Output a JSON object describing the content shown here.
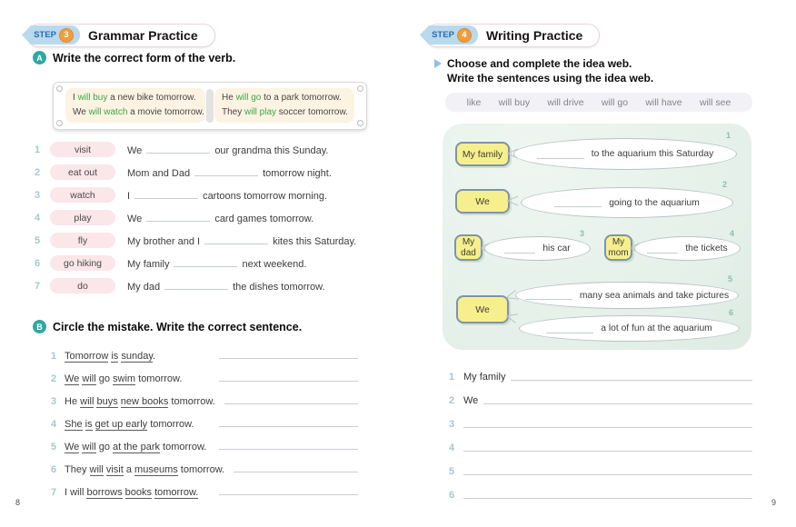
{
  "left_page": {
    "badge": {
      "step_label": "STEP",
      "step_number": "3",
      "title": "Grammar Practice"
    },
    "section_a": {
      "label": "A",
      "heading": "Write the correct form of the verb.",
      "example": {
        "left": [
          {
            "pre": "I ",
            "green": "will buy",
            "post": " a new bike tomorrow."
          },
          {
            "pre": "We ",
            "green": "will watch",
            "post": " a movie tomorrow."
          }
        ],
        "right": [
          {
            "pre": "He ",
            "green": "will go",
            "post": " to a park tomorrow."
          },
          {
            "pre": "They ",
            "green": "will play",
            "post": " soccer tomorrow."
          }
        ]
      },
      "items": [
        {
          "num": "1",
          "word": "visit",
          "pre": "We",
          "post": "our grandma this Sunday."
        },
        {
          "num": "2",
          "word": "eat out",
          "pre": "Mom and Dad",
          "post": "tomorrow night."
        },
        {
          "num": "3",
          "word": "watch",
          "pre": "I",
          "post": "cartoons tomorrow morning."
        },
        {
          "num": "4",
          "word": "play",
          "pre": "We",
          "post": "card games tomorrow."
        },
        {
          "num": "5",
          "word": "fly",
          "pre": "My brother and I",
          "post": "kites this Saturday."
        },
        {
          "num": "6",
          "word": "go hiking",
          "pre": "My family",
          "post": "next weekend."
        },
        {
          "num": "7",
          "word": "do",
          "pre": "My dad",
          "post": "the dishes tomorrow."
        }
      ]
    },
    "section_b": {
      "label": "B",
      "heading": "Circle the mistake. Write the correct sentence.",
      "items": [
        {
          "num": "1",
          "segments": [
            {
              "t": "Tomorrow",
              "u": true
            },
            {
              "t": " ",
              "u": false
            },
            {
              "t": "is",
              "u": true
            },
            {
              "t": " ",
              "u": false
            },
            {
              "t": "sunday",
              "u": true
            },
            {
              "t": ".",
              "u": false
            }
          ]
        },
        {
          "num": "2",
          "segments": [
            {
              "t": "We",
              "u": true
            },
            {
              "t": " ",
              "u": false
            },
            {
              "t": "will",
              "u": true
            },
            {
              "t": " go ",
              "u": false
            },
            {
              "t": "swim",
              "u": true
            },
            {
              "t": " tomorrow.",
              "u": false
            }
          ]
        },
        {
          "num": "3",
          "segments": [
            {
              "t": "He ",
              "u": false
            },
            {
              "t": "will",
              "u": true
            },
            {
              "t": " ",
              "u": false
            },
            {
              "t": "buys",
              "u": true
            },
            {
              "t": " ",
              "u": false
            },
            {
              "t": "new books",
              "u": true
            },
            {
              "t": " tomorrow.",
              "u": false
            }
          ]
        },
        {
          "num": "4",
          "segments": [
            {
              "t": "She",
              "u": true
            },
            {
              "t": " ",
              "u": false
            },
            {
              "t": "is",
              "u": true
            },
            {
              "t": " ",
              "u": false
            },
            {
              "t": "get up early",
              "u": true
            },
            {
              "t": " tomorrow.",
              "u": false
            }
          ]
        },
        {
          "num": "5",
          "segments": [
            {
              "t": "We",
              "u": true
            },
            {
              "t": " ",
              "u": false
            },
            {
              "t": "will",
              "u": true
            },
            {
              "t": " go ",
              "u": false
            },
            {
              "t": "at the park",
              "u": true
            },
            {
              "t": " tomorrow.",
              "u": false
            }
          ]
        },
        {
          "num": "6",
          "segments": [
            {
              "t": "They ",
              "u": false
            },
            {
              "t": "will",
              "u": true
            },
            {
              "t": " ",
              "u": false
            },
            {
              "t": "visit",
              "u": true
            },
            {
              "t": " a ",
              "u": false
            },
            {
              "t": "museums",
              "u": true
            },
            {
              "t": " tomorrow.",
              "u": false
            }
          ]
        },
        {
          "num": "7",
          "segments": [
            {
              "t": "I will ",
              "u": false
            },
            {
              "t": "borrows",
              "u": true
            },
            {
              "t": " ",
              "u": false
            },
            {
              "t": "books",
              "u": true
            },
            {
              "t": " ",
              "u": false
            },
            {
              "t": "tomorrow.",
              "u": true
            }
          ]
        }
      ]
    },
    "page_number": "8"
  },
  "right_page": {
    "badge": {
      "step_label": "STEP",
      "step_number": "4",
      "title": "Writing Practice"
    },
    "instruction": {
      "line1": "Choose and complete the idea web.",
      "line2": "Write the sentences using the idea web."
    },
    "word_bank": [
      "like",
      "will buy",
      "will drive",
      "will go",
      "will have",
      "will see"
    ],
    "idea_web": {
      "nodes": [
        {
          "label": "My family"
        },
        {
          "label": "We"
        },
        {
          "label": "My dad"
        },
        {
          "label": "My mom"
        },
        {
          "label": "We"
        }
      ],
      "bubbles": [
        {
          "num": "1",
          "text": "to the aquarium this Saturday"
        },
        {
          "num": "2",
          "text": "going to the aquarium"
        },
        {
          "num": "3",
          "text": "his car"
        },
        {
          "num": "4",
          "text": "the tickets"
        },
        {
          "num": "5",
          "text": "many sea animals and take pictures"
        },
        {
          "num": "6",
          "text": "a lot of fun at the aquarium"
        }
      ]
    },
    "write_lines": [
      {
        "num": "1",
        "pre": "My family"
      },
      {
        "num": "2",
        "pre": "We"
      },
      {
        "num": "3",
        "pre": ""
      },
      {
        "num": "4",
        "pre": ""
      },
      {
        "num": "5",
        "pre": ""
      },
      {
        "num": "6",
        "pre": ""
      }
    ],
    "page_number": "9"
  },
  "colors": {
    "accent_teal": "#2fa8a4",
    "accent_orange": "#f09d3c",
    "accent_blue": "#2c6cb0",
    "green_verb": "#3aa84c",
    "pill_pink": "#fbe6ea",
    "web_yellow": "#f7ef8e",
    "mint_panel": "#e8f2ec"
  }
}
